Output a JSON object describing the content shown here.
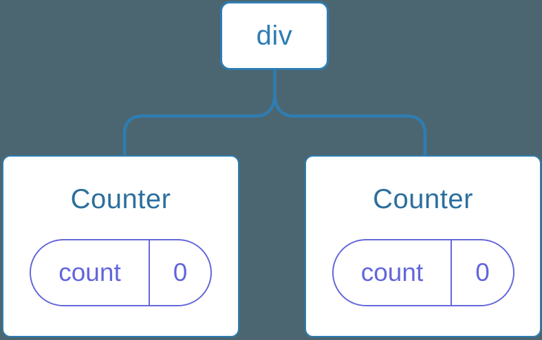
{
  "colors": {
    "background": "#4C6671",
    "connector_blue": "#2E7DB2",
    "node_text_blue": "#2E7DB2",
    "counter_title_blue": "#2C6F9E",
    "state_purple": "#6366DB",
    "node_background": "#FFFFFF"
  },
  "tree": {
    "root": {
      "label": "div"
    },
    "children": [
      {
        "title": "Counter",
        "state_name": "count",
        "state_value": "0"
      },
      {
        "title": "Counter",
        "state_name": "count",
        "state_value": "0"
      }
    ]
  }
}
